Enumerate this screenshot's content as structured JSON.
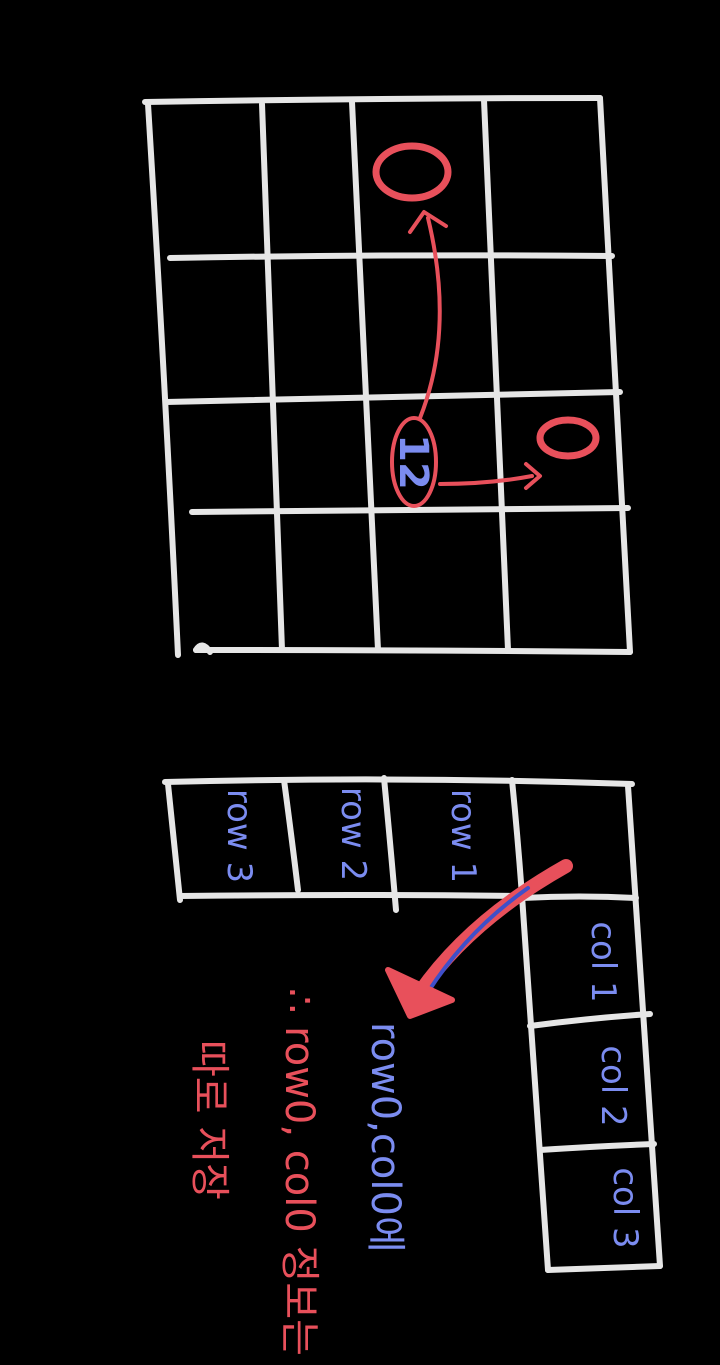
{
  "grid": {
    "top_value": "0",
    "middle_value": "12",
    "right_value": "0"
  },
  "table": {
    "row_labels": [
      "row 1",
      "row 2",
      "row 3"
    ],
    "col_labels": [
      "col 1",
      "col 2",
      "col 3"
    ]
  },
  "notes": {
    "line1": "row0,col0에",
    "line2": "∴ row0, col0 정보는",
    "line3": "따로 저장"
  },
  "colors": {
    "red": "#e8505b",
    "blue": "#7b8cf0",
    "grid": "#e6e6e6"
  }
}
